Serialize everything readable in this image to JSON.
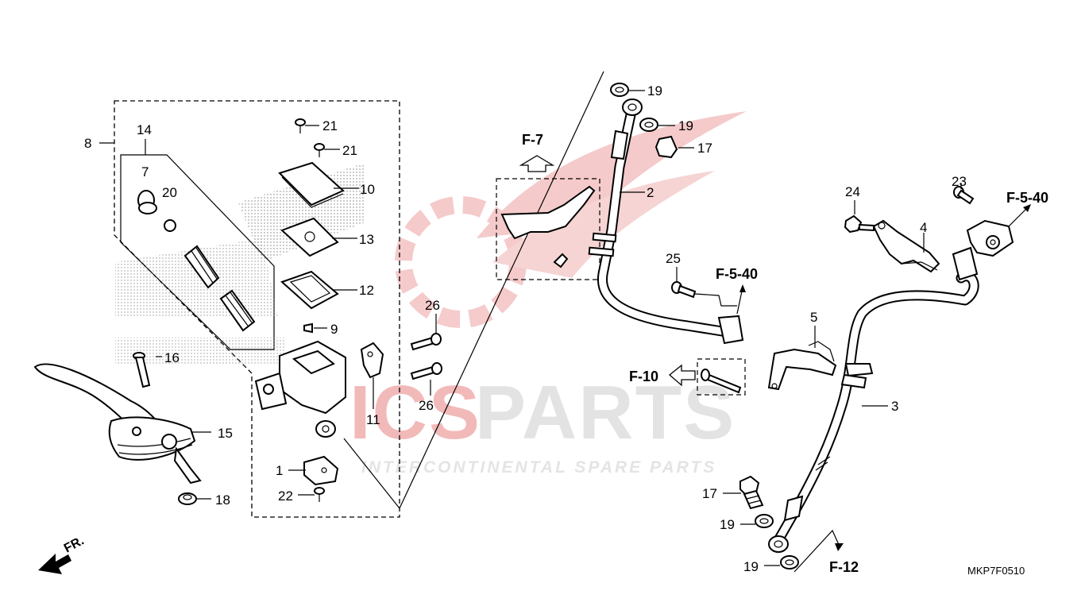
{
  "watermark": {
    "brand_left": "ICS",
    "brand_right": "PARTS",
    "tagline": "INTERCONTINENTAL SPARE PARTS"
  },
  "diagram_code": "MKP7F0510",
  "direction_label": "FR.",
  "references": {
    "f7": "F-7",
    "f540_upper": "F-5-40",
    "f540_mid": "F-5-40",
    "f10": "F-10",
    "f12": "F-12"
  },
  "callouts": {
    "p1": "1",
    "p2": "2",
    "p3": "3",
    "p4": "4",
    "p5": "5",
    "p7": "7",
    "p8": "8",
    "p9": "9",
    "p10": "10",
    "p11": "11",
    "p12": "12",
    "p13": "13",
    "p14": "14",
    "p15": "15",
    "p16": "16",
    "p17a": "17",
    "p17b": "17",
    "p18": "18",
    "p19a": "19",
    "p19b": "19",
    "p19c": "19",
    "p19d": "19",
    "p20": "20",
    "p21a": "21",
    "p21b": "21",
    "p22": "22",
    "p23": "23",
    "p24": "24",
    "p25": "25",
    "p26a": "26",
    "p26b": "26"
  },
  "colors": {
    "watermark_red": "#f2b9b9",
    "watermark_gray": "#e3e3e3",
    "line": "#000000"
  }
}
